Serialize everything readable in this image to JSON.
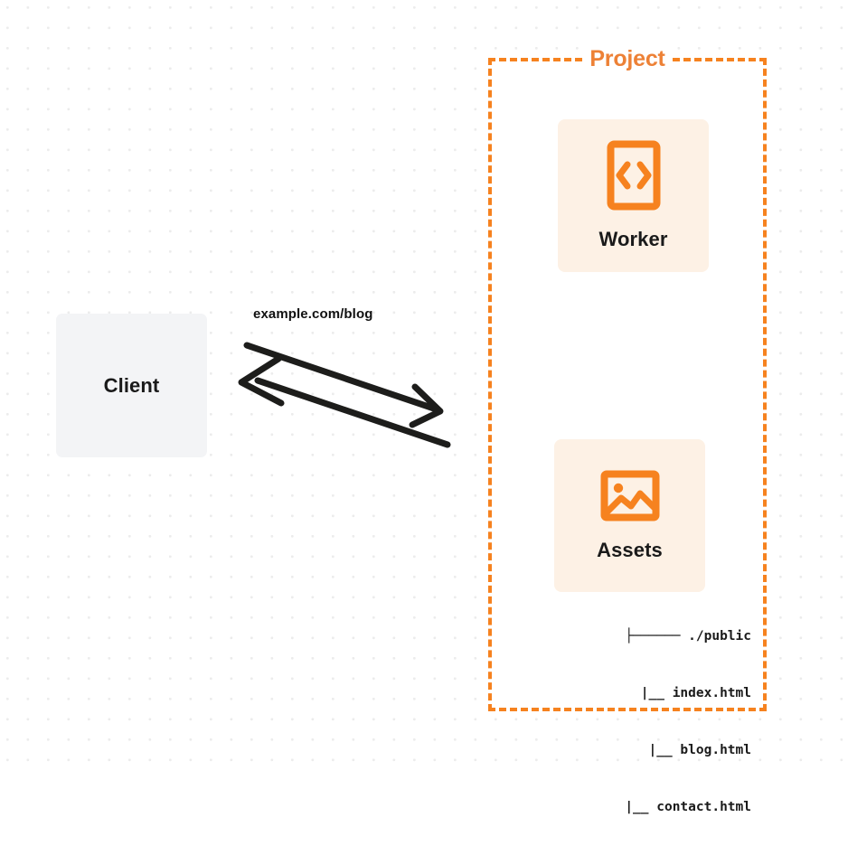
{
  "diagram": {
    "title": "Project architecture diagram",
    "background": {
      "style": "dot-grid",
      "dot_color": "#ececec",
      "page_color": "#ffffff"
    },
    "colors": {
      "accent_orange": "#f6821f",
      "title_orange": "#ed8136",
      "card_fill": "#fdf1e5",
      "client_fill": "#f3f4f6",
      "text_dark": "#1a1a1a",
      "arrow_stroke": "#1d1d1b"
    }
  },
  "client": {
    "label": "Client",
    "icon": "none"
  },
  "connection": {
    "label": "example.com/blog",
    "request_direction": "client-to-project",
    "response_direction": "project-to-client",
    "arrow_count": 2
  },
  "project": {
    "title": "Project",
    "border_style": "dashed",
    "services": [
      {
        "name": "Worker",
        "icon": "code-brackets-icon",
        "icon_description": "rounded rectangle containing angle brackets"
      },
      {
        "name": "Assets",
        "icon": "image-icon",
        "icon_description": "picture frame with sun and mountains"
      }
    ],
    "file_tree": {
      "root_label": "./public",
      "root_branch": "├──────",
      "child_branch": "|__",
      "rows": [
        {
          "branch": "├──────",
          "name": "./public"
        },
        {
          "branch": "|__",
          "name": "index.html"
        },
        {
          "branch": "|__",
          "name": "blog.html"
        },
        {
          "branch": "|__",
          "name": "contact.html"
        }
      ],
      "files": [
        "index.html",
        "blog.html",
        "contact.html"
      ]
    }
  }
}
